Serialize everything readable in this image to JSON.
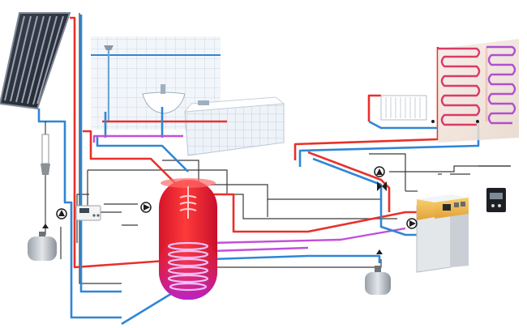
{
  "diagram": {
    "type": "heating-system-schematic",
    "components": [
      {
        "id": "solar-collector",
        "kind": "evacuated-tube solar panel"
      },
      {
        "id": "bathroom",
        "kind": "tiled wall with shower, washbasin and bathtub"
      },
      {
        "id": "storage-tank",
        "kind": "hot water cylinder with coil heat exchanger"
      },
      {
        "id": "boiler",
        "kind": "floor-standing boiler"
      },
      {
        "id": "panel-radiator",
        "kind": "radiator"
      },
      {
        "id": "wall-heating",
        "kind": "serpentine wall heating loops"
      },
      {
        "id": "solar-controller",
        "kind": "controller with display"
      },
      {
        "id": "room-thermostat",
        "kind": "wall control unit"
      },
      {
        "id": "expansion-vessel-solar",
        "kind": "expansion tank"
      },
      {
        "id": "expansion-vessel-heating",
        "kind": "expansion tank"
      },
      {
        "id": "circulation-pumps",
        "kind": "pump symbols",
        "count": 4
      }
    ],
    "pipe_colors": {
      "hot": "#e8302a",
      "cold": "#2f86d6",
      "mixed": "#c24fd8",
      "control_wire": "#3a3a3a"
    },
    "tank_color": "#ff2a2a",
    "boiler_color": "#f0b64a"
  }
}
